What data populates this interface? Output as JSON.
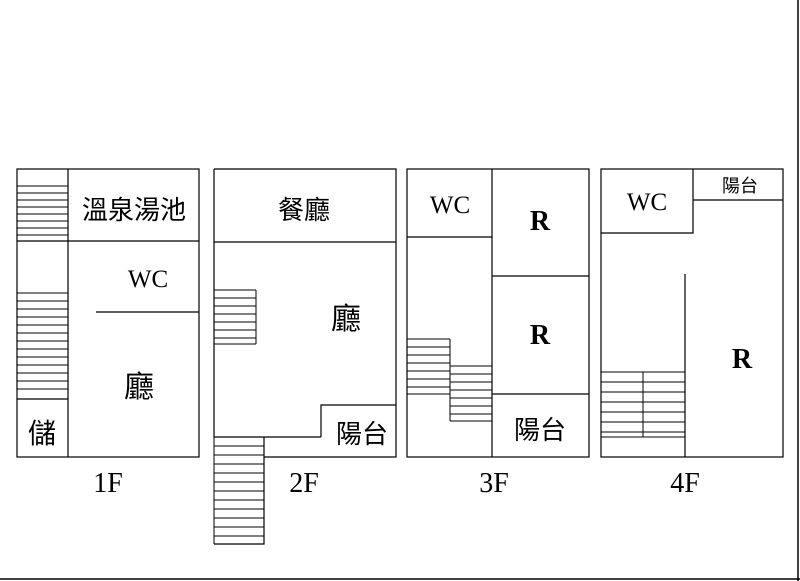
{
  "floors": [
    {
      "label": "1F",
      "rooms": {
        "hot_spring_pool": "溫泉湯池",
        "wc": "WC",
        "living_room": "廳",
        "storage": "儲"
      }
    },
    {
      "label": "2F",
      "rooms": {
        "dining_room": "餐廳",
        "living_room": "廳",
        "balcony": "陽台"
      }
    },
    {
      "label": "3F",
      "rooms": {
        "wc": "WC",
        "room_1": "R",
        "room_2": "R",
        "balcony": "陽台"
      }
    },
    {
      "label": "4F",
      "rooms": {
        "wc": "WC",
        "balcony": "陽台",
        "room": "R"
      }
    }
  ]
}
